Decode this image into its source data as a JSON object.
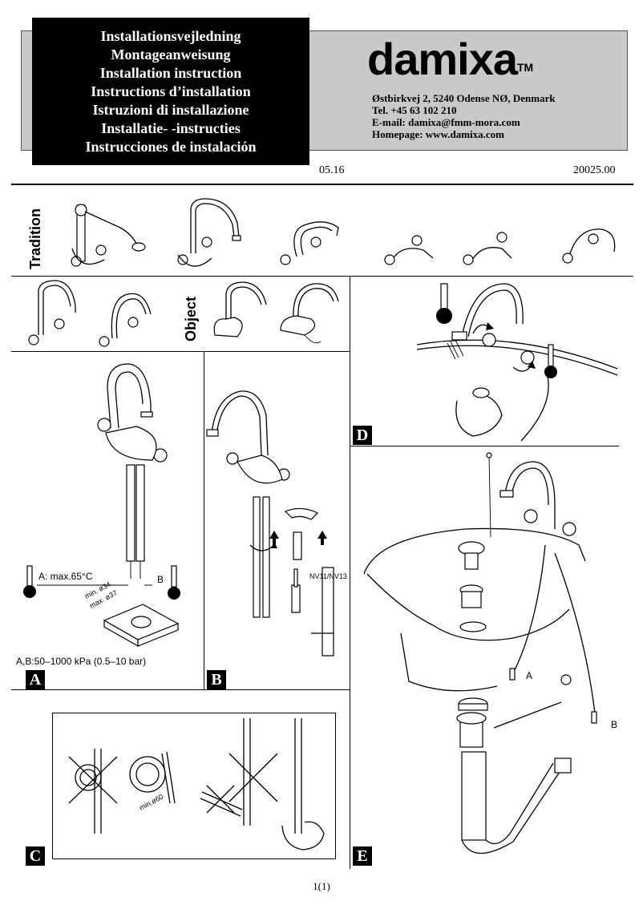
{
  "header": {
    "titles": [
      "Installationsvejledning",
      "Montageanweisung",
      "Installation instruction",
      "Instructions d’installation",
      "Istruzioni di installazione",
      "Installatie- -instructies",
      "Instrucciones de instalación"
    ],
    "brand": "damixa",
    "trademark": "TM",
    "address": "Østbirkvej 2, 5240 Odense NØ, Denmark",
    "phone": "Tel. +45 63 102 210",
    "email": "E-mail: damixa@fmm-mora.com",
    "homepage": "Homepage: www.damixa.com"
  },
  "meta": {
    "date": "05.16",
    "doc_number": "20025.00"
  },
  "series": {
    "tradition": "Tradition",
    "object": "Object"
  },
  "panels": {
    "a": {
      "letter": "A",
      "label_a": "A: max.65°C",
      "label_b": "B",
      "hole_min": "min. ø34",
      "hole_max": "max. ø37",
      "pressure": "A,B:50–1000 kPa (0.5–10 bar)"
    },
    "b": {
      "letter": "B",
      "tool_label": "NV11/NV13"
    },
    "c": {
      "letter": "C",
      "bend_radius": "min.ø60"
    },
    "d": {
      "letter": "D"
    },
    "e": {
      "letter": "E",
      "label_a": "A",
      "label_b": "B"
    }
  },
  "footer": {
    "page": "1(1)"
  }
}
